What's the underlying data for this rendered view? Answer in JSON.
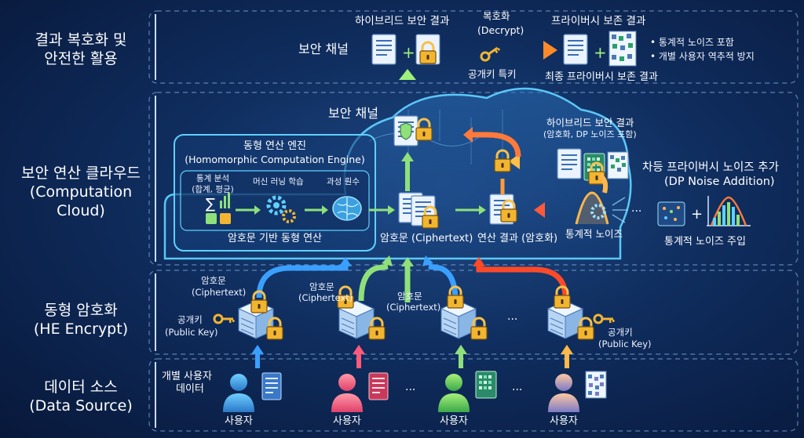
{
  "sections": {
    "results": {
      "line1": "결과 복호화 및",
      "line2": "안전한 활용"
    },
    "cloud": {
      "line1": "보안 연산 클라우드",
      "line2": "(Computation",
      "line3": "Cloud)"
    },
    "encrypt": {
      "line1": "동형 암호화",
      "line2": "(HE Encrypt)"
    },
    "source": {
      "line1": "데이터 소스",
      "line2": "(Data Source)"
    }
  },
  "top": {
    "secure_channel": "보안 채널",
    "hybrid_result": "하이브리드 보안 결과",
    "decrypt": "복호화",
    "decrypt_en": "(Decrypt)",
    "public_key_special": "공개키 특키",
    "privacy_result": "프라이버시 보존 결과",
    "final_result": "최종 프라이버시 보존 결과",
    "bullet1": "• 통계적 노이즈 포함",
    "bullet2": "• 개별 사용자 역추적 방지"
  },
  "cloud": {
    "secure_channel": "보안 채널",
    "engine_title": "동형 연산 엔진",
    "engine_title_en": "(Homomorphic Computation Engine)",
    "stats_analysis": "통계 분석",
    "stats_sub": "(합계, 평균)",
    "ml": "머신 러닝 학습",
    "complex_fn": "과성 뤈수",
    "engine_footer": "암호문 기반 동형 연산",
    "ciphertext": "암호문 (Ciphertext)",
    "op_result": "연산 결과 (암호화)",
    "hybrid_result": "하이브리드 보안 결과",
    "hybrid_sub": "(암호화, DP 노이즈 포함)",
    "stat_noise": "통계적 노이즈",
    "dp_title": "차등 프라이버시 노이즈 추가",
    "dp_title_en": "(DP Noise Addition)",
    "noise_inject": "통계적 노이즈 주입",
    "ellipsis": "···"
  },
  "encrypt": {
    "ciphertext1": "암호문",
    "ciphertext1_en": "(Ciphertext)",
    "ciphertext2": "암호문",
    "ciphertext2_en": "(Ciphertext)",
    "ciphertext3": "암호문",
    "ciphertext3_en": "(Ciphertext)",
    "public_key_left": "공개키",
    "public_key_left_en": "(Public Key)",
    "public_key_right": "공개키",
    "public_key_right_en": "(Public Key)",
    "ellipsis": "···"
  },
  "source": {
    "individual_data": "개별 사용자",
    "individual_data2": "데이터",
    "users": [
      "사용자",
      "사용자",
      "사용자",
      "사용자"
    ],
    "ellipsis1": "···",
    "ellipsis2": "···"
  },
  "colors": {
    "background": "#0f2d5e",
    "accent_cyan": "#5fd0ff",
    "lock_gold": "#f2b531",
    "arrow_green": "#8fe07a",
    "arrow_orange": "#ff9a3a",
    "arrow_red": "#ff5a3a"
  }
}
